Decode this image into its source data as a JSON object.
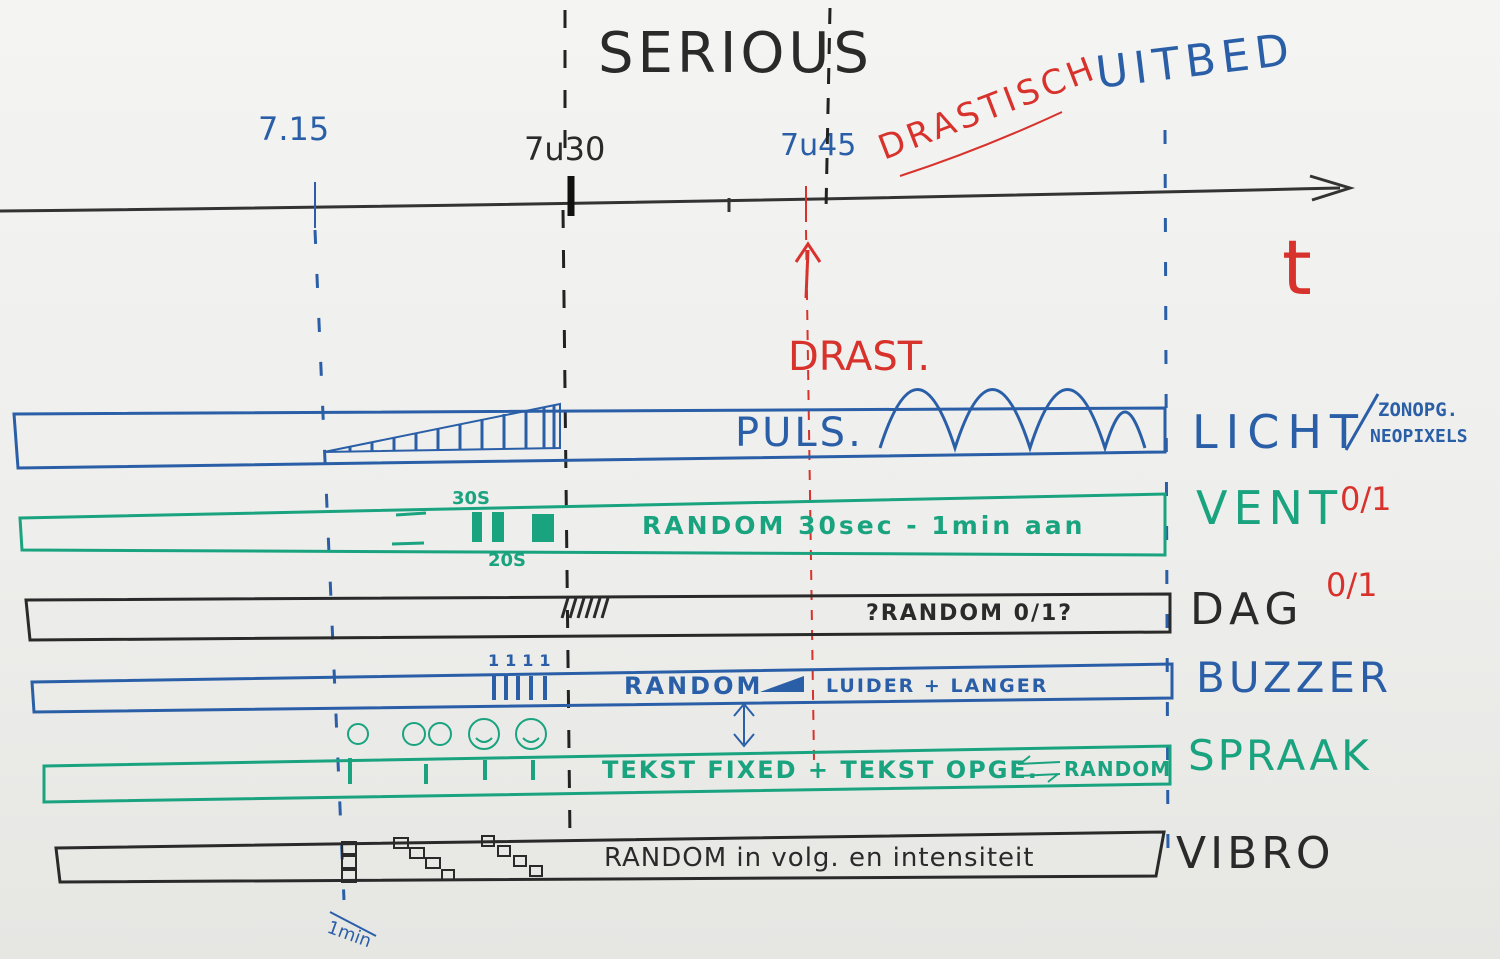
{
  "header": {
    "title": "SERIOUS",
    "outcome": "UITBED",
    "drastic_phase": "DRASTISCH",
    "drastic_marker": "DRAST.",
    "axis_label": "t"
  },
  "times": {
    "start": "7.15",
    "serious_start": "7u30",
    "drastic_start": "7u45"
  },
  "tracks": {
    "licht": {
      "label": "LICHT",
      "sublabel_1": "ZONOPG.",
      "sublabel_2": "NEOPIXELS",
      "text": "PULS."
    },
    "vent": {
      "label": "VENT",
      "mode": "0/1",
      "burst_1": "30S",
      "burst_2": "20S",
      "text": "RANDOM 30sec - 1min aan"
    },
    "dag": {
      "label": "DAG",
      "mode": "0/1",
      "text": "?RANDOM 0/1?"
    },
    "buzzer": {
      "label": "BUZZER",
      "beeps": "1111",
      "text_1": "RANDOM",
      "text_2": "LUIDER + LANGER"
    },
    "spraak": {
      "label": "SPRAAK",
      "text_1": "TEKST FIXED + TEKST OPGE.",
      "text_2": "RANDOM"
    },
    "vibro": {
      "label": "VIBRO",
      "text": "RANDOM in volg. en intensiteit",
      "note": "1min"
    }
  },
  "colors": {
    "black_marker": "#2a2a2a",
    "blue_marker": "#2a5fa8",
    "green_marker": "#1aa37f",
    "red_marker": "#d8322c",
    "board": "#f1f1ef"
  }
}
